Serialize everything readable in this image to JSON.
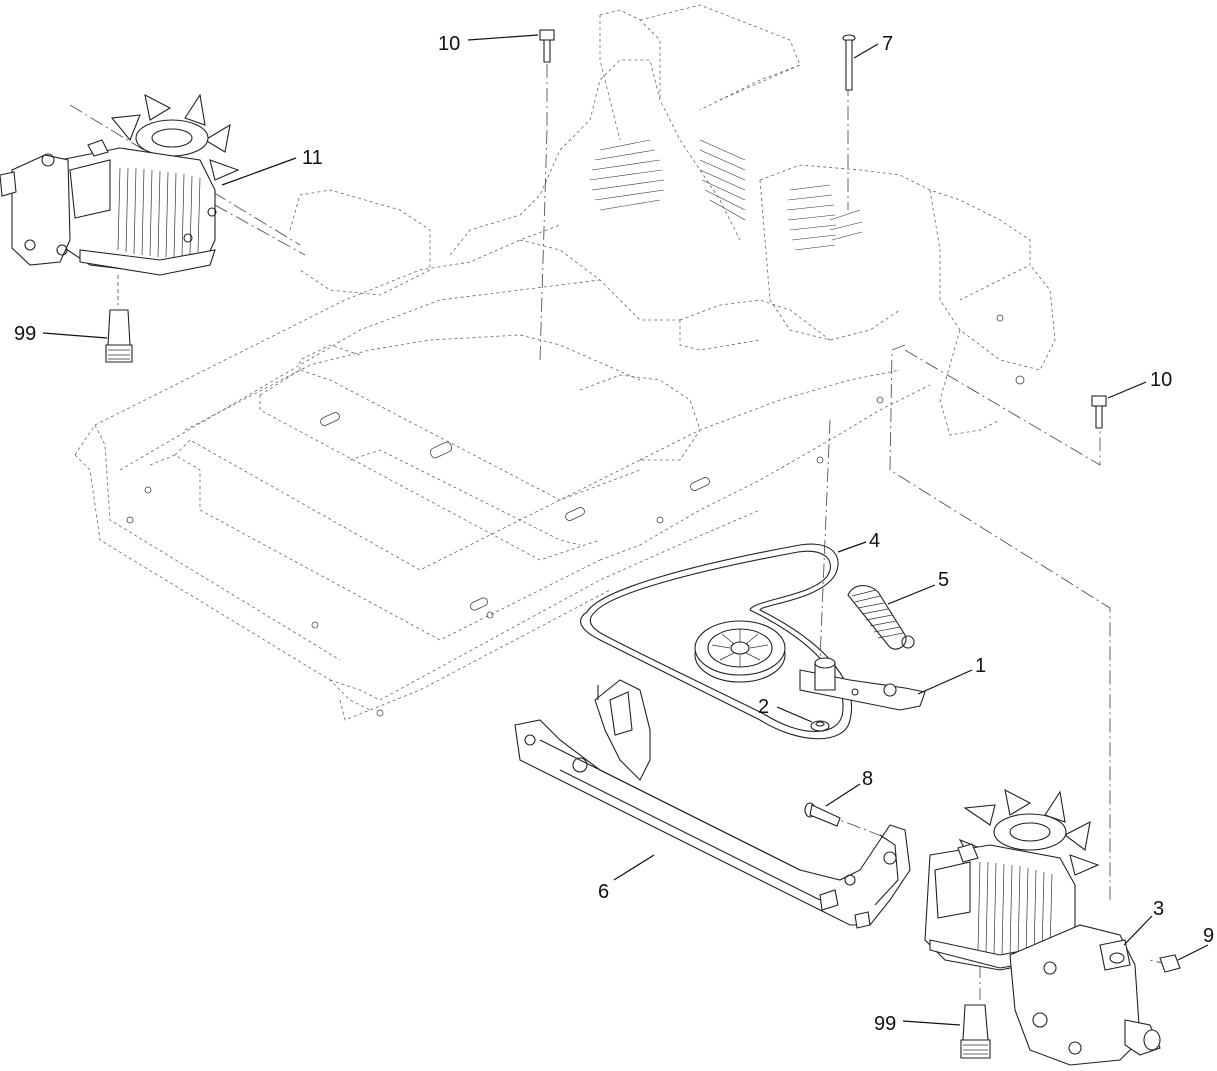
{
  "figure": {
    "callouts": [
      {
        "id": "c-10-top",
        "label": "10"
      },
      {
        "id": "c-7",
        "label": "7"
      },
      {
        "id": "c-11",
        "label": "11"
      },
      {
        "id": "c-99-top",
        "label": "99"
      },
      {
        "id": "c-10-right",
        "label": "10"
      },
      {
        "id": "c-4",
        "label": "4"
      },
      {
        "id": "c-5",
        "label": "5"
      },
      {
        "id": "c-1",
        "label": "1"
      },
      {
        "id": "c-2",
        "label": "2"
      },
      {
        "id": "c-8",
        "label": "8"
      },
      {
        "id": "c-6",
        "label": "6"
      },
      {
        "id": "c-3",
        "label": "3"
      },
      {
        "id": "c-9",
        "label": "9"
      },
      {
        "id": "c-99-bottom",
        "label": "99"
      }
    ]
  }
}
